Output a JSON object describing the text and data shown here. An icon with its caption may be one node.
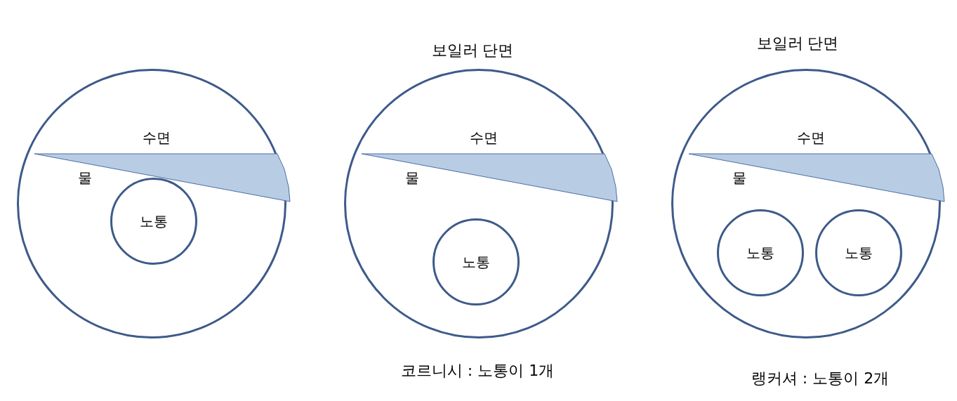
{
  "diagram": {
    "nodes": [
      {
        "text": [],
        "shape": "circle"
      },
      {
        "text": [
          "노통"
        ],
        "in": 0
      },
      {
        "text": [
          "보일러 단면"
        ],
        "beside": [
          "코르니시 : 노통이 1개"
        ]
      },
      {
        "text": [
          "노통"
        ],
        "in": 2
      },
      {
        "text": [
          "보일러 단면"
        ],
        "beside": [
          "랭커셔 : 노통이 2개"
        ]
      },
      {
        "text": [
          "노통"
        ],
        "in": 4
      },
      {
        "text": [
          "노통"
        ],
        "in": 4
      }
    ],
    "labels": [
      "수면",
      "물",
      "수면",
      "물",
      "수면",
      "물"
    ]
  }
}
